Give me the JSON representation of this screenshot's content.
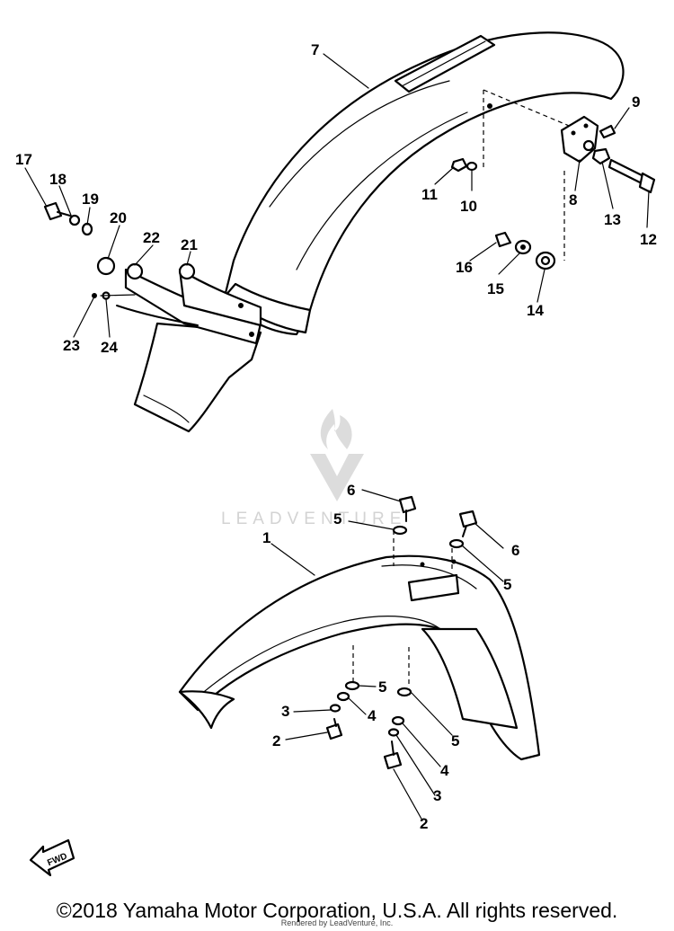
{
  "callouts": {
    "c1": "1",
    "c2a": "2",
    "c2b": "2",
    "c3a": "3",
    "c3b": "3",
    "c4a": "4",
    "c4b": "4",
    "c5a": "5",
    "c5b": "5",
    "c5c": "5",
    "c5d": "5",
    "c6a": "6",
    "c6b": "6",
    "c7": "7",
    "c8": "8",
    "c9": "9",
    "c10": "10",
    "c11": "11",
    "c12": "12",
    "c13": "13",
    "c14": "14",
    "c15": "15",
    "c16": "16",
    "c17": "17",
    "c18": "18",
    "c19": "19",
    "c20": "20",
    "c21": "21",
    "c22": "22",
    "c23": "23",
    "c24": "24"
  },
  "fwd_label": "FWD",
  "watermark": "LEADVENTURE",
  "copyright": "©2018 Yamaha Motor Corporation, U.S.A. All rights reserved.",
  "rendered_by": "Rendered by LeadVenture, Inc."
}
